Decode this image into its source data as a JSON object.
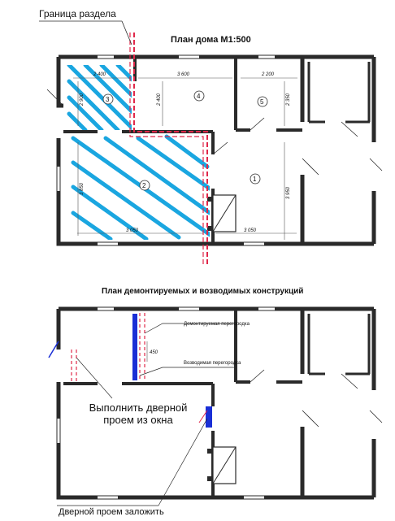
{
  "annotations": {
    "boundary_label": "Граница раздела",
    "plan1_title": "План дома М1:500",
    "plan2_title": "План демонтируемых и возводимых конструкций",
    "demolished_partition": "Демонтируемая перегородка",
    "new_partition": "Возводимая перегородка",
    "door_from_window": "Выполнить дверной проем из окна",
    "close_doorway": "Дверной проем заложить",
    "dim_450": "450"
  },
  "rooms": [
    "1",
    "2",
    "3",
    "4",
    "5"
  ],
  "dimensions": {
    "top_row": [
      "2 400",
      "3 600",
      "2 200"
    ],
    "vertical": [
      "2 900",
      "2 400",
      "2 350",
      "3 950",
      "3 850"
    ],
    "bottom_row": [
      "3 050",
      "3 050"
    ]
  },
  "colors": {
    "wall": "#2a2a2a",
    "hatch": "#1aa6e0",
    "boundary": "#e0284a",
    "demolish_line": "#e0284a",
    "new_partition": "#1a2fd6"
  },
  "icons": [
    "stair-icon",
    "door-arc-icon"
  ]
}
